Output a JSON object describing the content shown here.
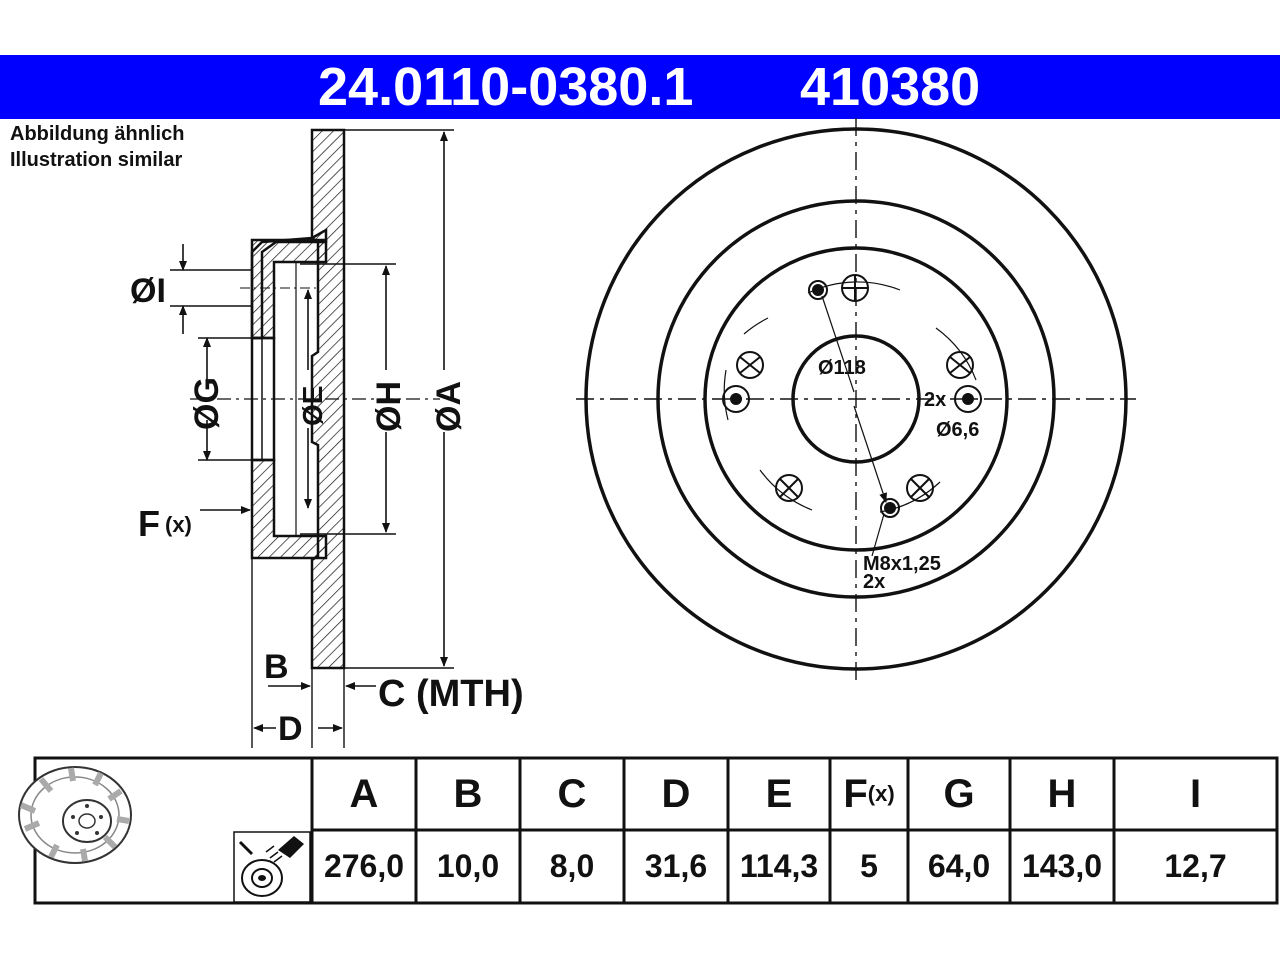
{
  "header": {
    "part_number": "24.0110-0380.1",
    "ref_number": "410380",
    "bar_color": "#0000fe"
  },
  "notes": {
    "line1": "Abbildung ähnlich",
    "line2": "Illustration similar"
  },
  "side_view": {
    "labels": {
      "dia_i": "ØI",
      "dia_g": "ØG",
      "dia_e": "ØE",
      "dia_h": "ØH",
      "dia_a": "ØA",
      "f": "F",
      "f_suffix": "(x)",
      "b": "B",
      "d": "D",
      "c_mth": "C (MTH)"
    }
  },
  "front_view": {
    "labels": {
      "pcd": "Ø118",
      "hole_count": "2x",
      "hole_dia": "Ø6,6",
      "thread": "M8x1,25",
      "thread_count": "2x"
    }
  },
  "table": {
    "headers": [
      "A",
      "B",
      "C",
      "D",
      "E",
      "F",
      "G",
      "H",
      "I"
    ],
    "f_header_suffix": "(x)",
    "values": [
      "276,0",
      "10,0",
      "8,0",
      "31,6",
      "114,3",
      "5",
      "64,0",
      "143,0",
      "12,7"
    ],
    "icons": [
      "brake-disc-thumbnail-icon",
      "brake-cleaner-spray-icon"
    ]
  }
}
